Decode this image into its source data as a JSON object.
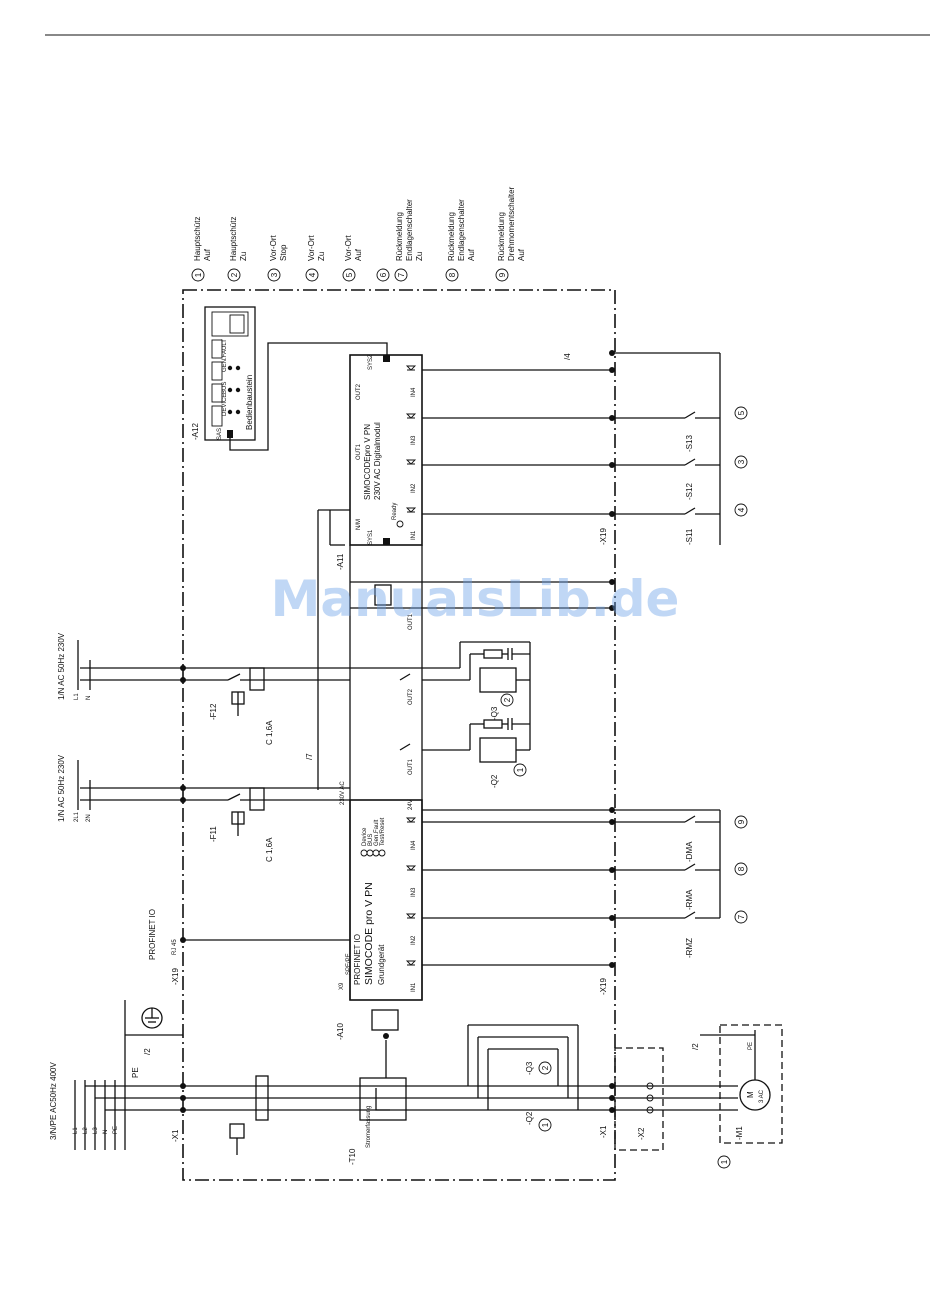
{
  "legend": [
    {
      "num": "1",
      "line1": "Hauptschütz",
      "line2": "Auf",
      "line3": ""
    },
    {
      "num": "2",
      "line1": "Hauptschütz",
      "line2": "Zu",
      "line3": ""
    },
    {
      "num": "3",
      "line1": "Vor-Ort",
      "line2": "Stop",
      "line3": ""
    },
    {
      "num": "4",
      "line1": "Vor-Ort",
      "line2": "Zu",
      "line3": ""
    },
    {
      "num": "5",
      "line1": "Vor-Ort",
      "line2": "Auf",
      "line3": ""
    },
    {
      "num": "6",
      "line1": "Rückmeldung",
      "line2": "Endlagenschalter",
      "line3": "Zu"
    },
    {
      "num": "7",
      "line1": "",
      "line2": "",
      "line3": ""
    },
    {
      "num": "8",
      "line1": "Rückmeldung",
      "line2": "Endlagenschalter",
      "line3": "Auf"
    },
    {
      "num": "9",
      "line1": "Rückmeldung",
      "line2": "Drehmomentschalter",
      "line3": "Auf"
    }
  ],
  "labels": {
    "a12": "-A12",
    "bedienbaustein": "Bedienbaustein",
    "sas_bottom": "SAS",
    "device": "DEVICE",
    "bus": "BUS",
    "genfault": "GEN.FAULT",
    "a11": "-A11",
    "sys1": "SYS1",
    "sys2": "SYS2",
    "ready": "Ready",
    "nim": "N/M",
    "digimod_title": "SIMOCODEpro V PN",
    "digimod_sub": "230V AC Digitalmodul",
    "out1": "OUT1",
    "out2": "OUT2",
    "in1": "IN1",
    "in2": "IN2",
    "in3": "IN3",
    "in4": "IN4",
    "x19": "-X19",
    "a10": "-A10",
    "grund_title": "SIMOCODE pro V PN",
    "grund_sub": "Grundgerät",
    "profinet_io": "PROFINET IO",
    "device_led": "Device",
    "bus_led": "BUS",
    "genfault_led": "Gen.Fault",
    "test_reset": "Test/Reset",
    "x9": "X9",
    "spe_pe": "SPE/PE",
    "v230ac": "230V AC",
    "v24": "24V",
    "rj45": "RJ 45",
    "profinet_side": "PROFINET IO",
    "x19_left": "-X19",
    "power_supply_1": "1/N AC 50Hz 230V",
    "power_supply_1b": "1/N AC 50Hz 230V",
    "l1": "L1",
    "n": "N",
    "l1b": "2L1",
    "nb": "2N",
    "f12": "-F12",
    "f11": "-F11",
    "c16a_1": "C 1,6A",
    "c16a_2": "C 1,6A",
    "q2": "-Q2",
    "q3": "-Q3",
    "main_supply": "3/N/PE AC50Hz 400V",
    "x1": "-X1",
    "x2": "-X2",
    "pe": "PE",
    "l1m": "L1",
    "l2m": "L2",
    "l3m": "L3",
    "nm": "N",
    "pem": "PE",
    "t10": "-T10",
    "stromerfassung": "Stromerfassung",
    "m1": "-M1",
    "motor": "M",
    "motor_sub": "3 AC",
    "rmz": "-RMZ",
    "rma": "-RMA",
    "dma": "-DMA",
    "s11": "-S11",
    "s12": "-S12",
    "s13": "-S13",
    "ref_2": "/2",
    "ref_4": "/4",
    "ref_7": "/7",
    "watermark": "ManualsLib.de"
  }
}
